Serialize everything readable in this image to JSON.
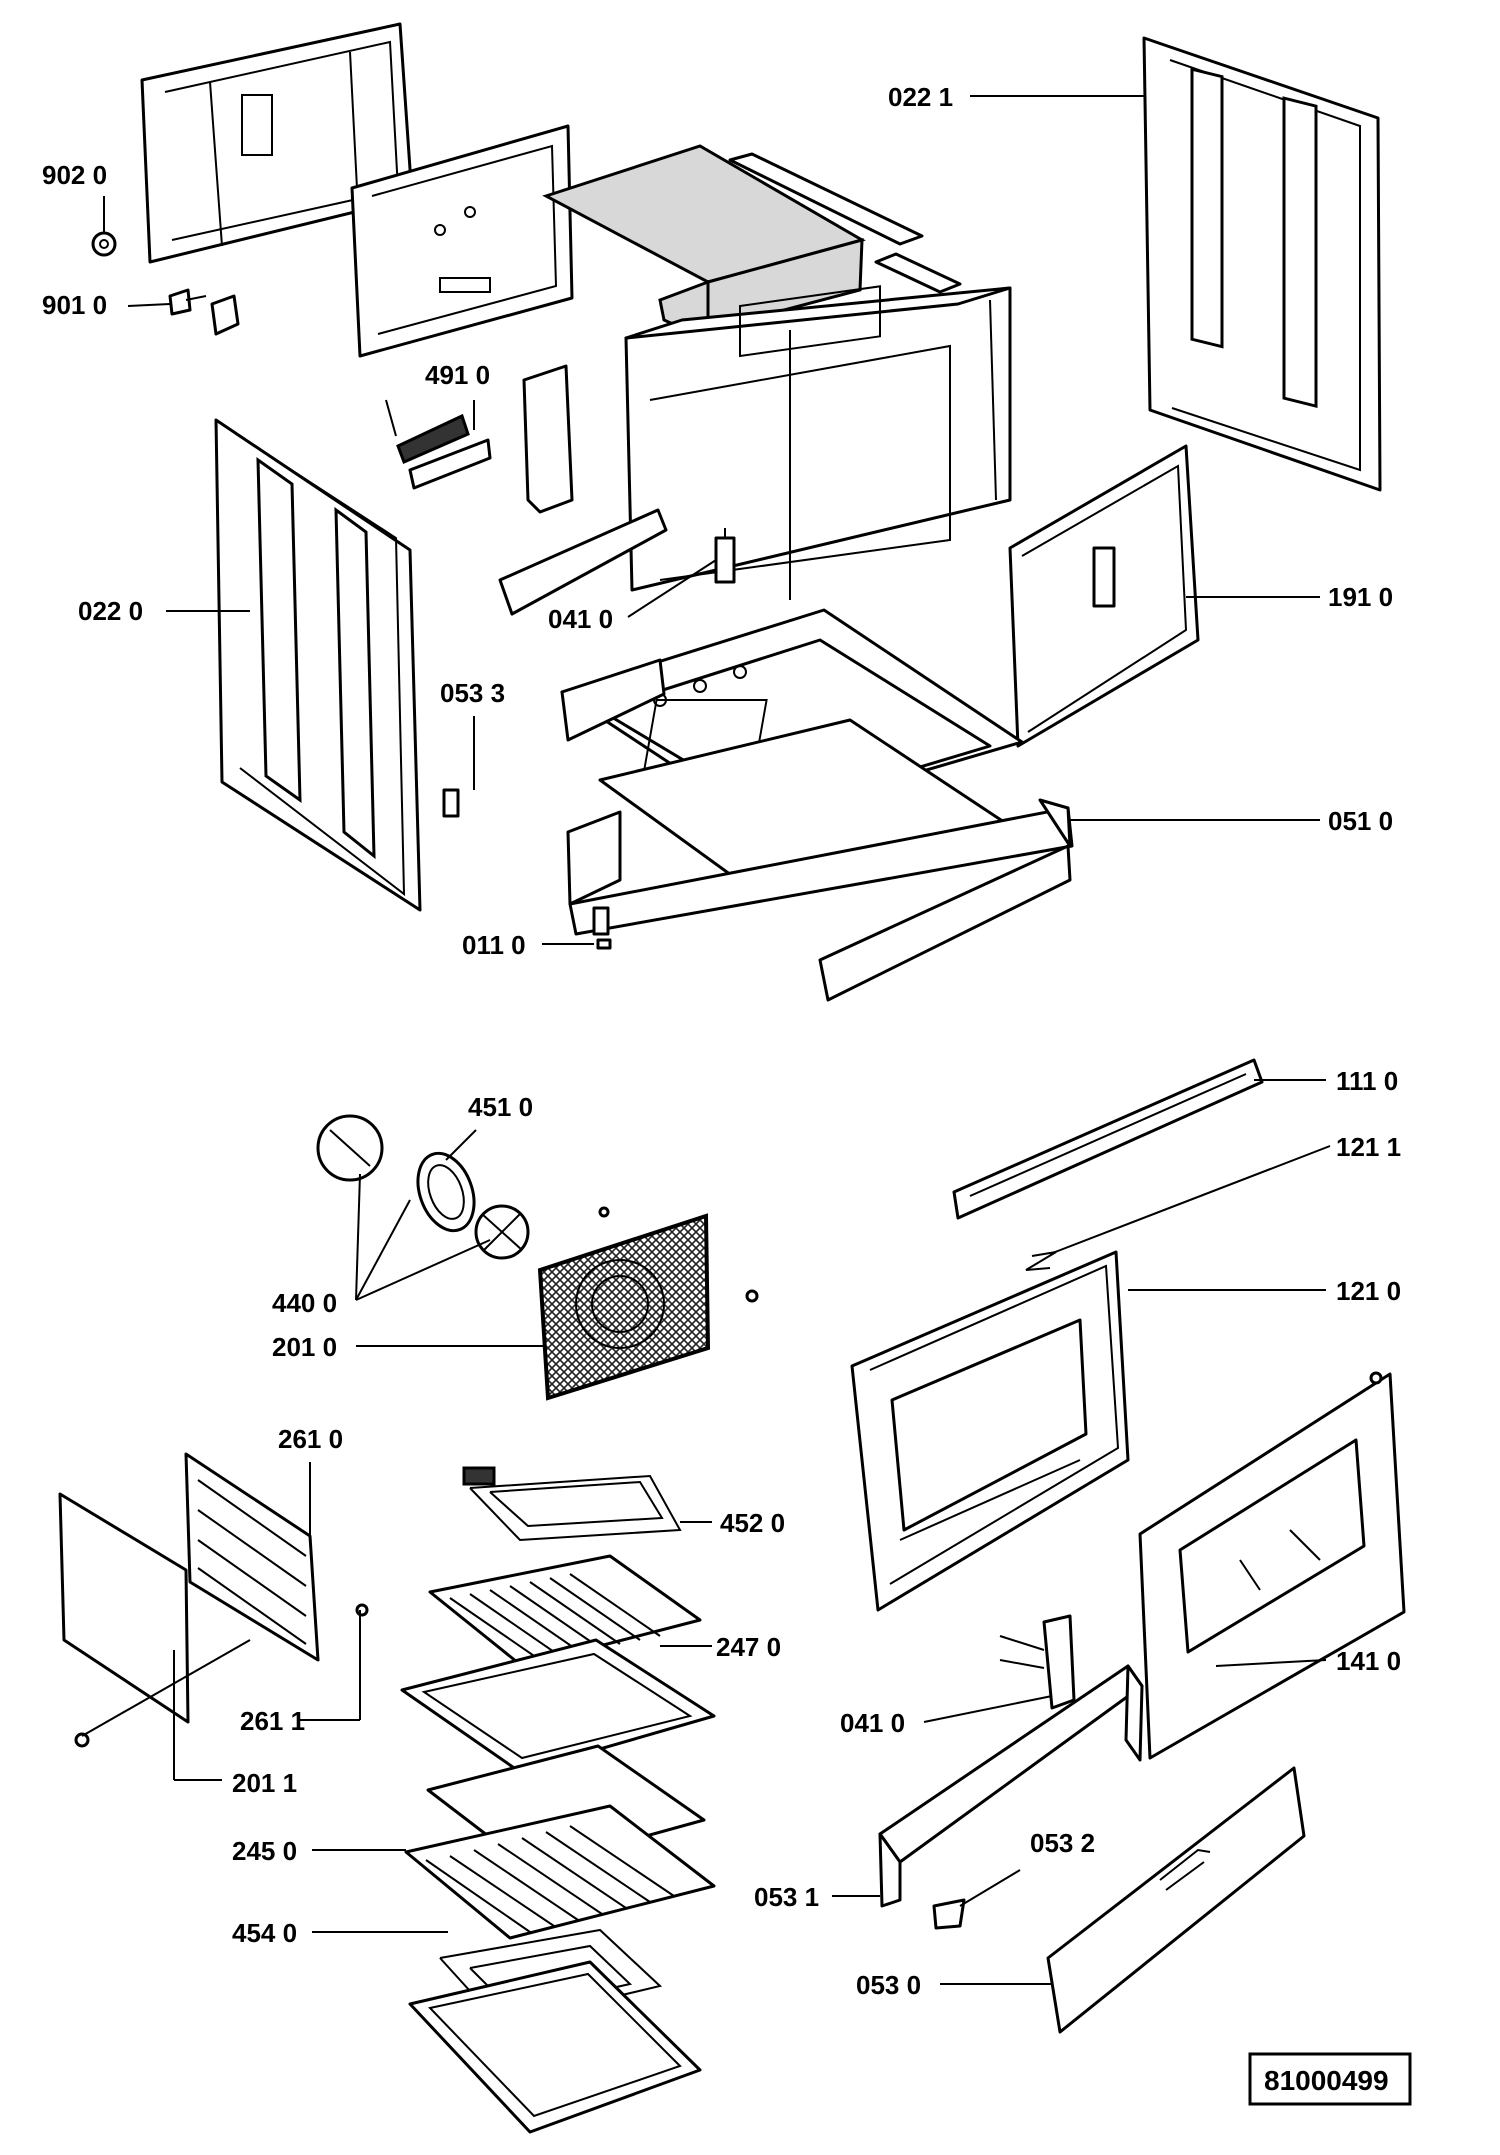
{
  "parts": [
    {
      "id": "p9020",
      "label": "902 0"
    },
    {
      "id": "p9010",
      "label": "901 0"
    },
    {
      "id": "p0221",
      "label": "022 1"
    },
    {
      "id": "p4910",
      "label": "491 0"
    },
    {
      "id": "p0220",
      "label": "022 0"
    },
    {
      "id": "p0410a",
      "label": "041 0"
    },
    {
      "id": "p1910",
      "label": "191 0"
    },
    {
      "id": "p0533",
      "label": "053 3"
    },
    {
      "id": "p0510",
      "label": "051 0"
    },
    {
      "id": "p0110",
      "label": "011 0"
    },
    {
      "id": "p4510",
      "label": "451 0"
    },
    {
      "id": "p1110",
      "label": "111 0"
    },
    {
      "id": "p1211",
      "label": "121 1"
    },
    {
      "id": "p4400",
      "label": "440 0"
    },
    {
      "id": "p1210",
      "label": "121 0"
    },
    {
      "id": "p2010",
      "label": "201 0"
    },
    {
      "id": "p2610",
      "label": "261 0"
    },
    {
      "id": "p4520",
      "label": "452 0"
    },
    {
      "id": "p2470",
      "label": "247 0"
    },
    {
      "id": "p1410",
      "label": "141 0"
    },
    {
      "id": "p0410b",
      "label": "041 0"
    },
    {
      "id": "p2611",
      "label": "261 1"
    },
    {
      "id": "p2011",
      "label": "201 1"
    },
    {
      "id": "p0532",
      "label": "053 2"
    },
    {
      "id": "p2450",
      "label": "245 0"
    },
    {
      "id": "p0531",
      "label": "053 1"
    },
    {
      "id": "p4540",
      "label": "454 0"
    },
    {
      "id": "p0530",
      "label": "053 0"
    }
  ],
  "document_number": "81000499"
}
